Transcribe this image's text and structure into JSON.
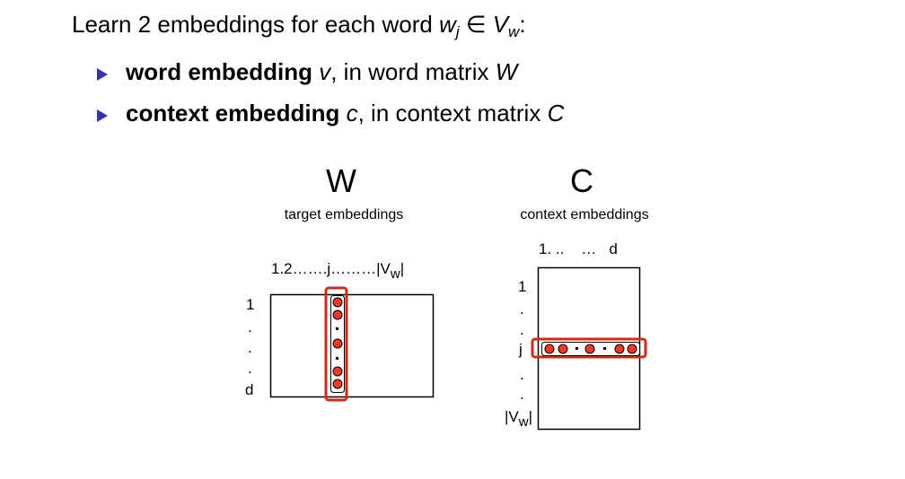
{
  "slide": {
    "intro": {
      "text": "Learn 2 embeddings for each word ",
      "var": "w",
      "var_sub": "j",
      "in": " ∈ ",
      "set": "V",
      "set_sub": "w",
      "end": ":"
    },
    "bullets": [
      {
        "bold": "word embedding",
        "var": "v",
        "rest": ", in word matrix ",
        "matrix": "W"
      },
      {
        "bold": "context embedding",
        "var": "c",
        "rest": ", in context matrix ",
        "matrix": "C"
      }
    ]
  },
  "diagram": {
    "left": {
      "title": "W",
      "subtitle": "target embeddings",
      "col_labels": "1.2…….j………|V",
      "col_sub": "w",
      "col_end": "|",
      "row_labels": [
        "1",
        ".",
        ".",
        ".",
        "d"
      ]
    },
    "right": {
      "title": "C",
      "subtitle": "context embeddings",
      "col_labels": "1. ..    …   d",
      "row_labels": [
        "1",
        ".",
        ".",
        "j",
        ".",
        "."
      ],
      "row_last": "|V",
      "row_last_sub": "w",
      "row_last_end": "|"
    },
    "colors": {
      "highlight": "#d42a10",
      "dot": "#f03a24"
    }
  }
}
